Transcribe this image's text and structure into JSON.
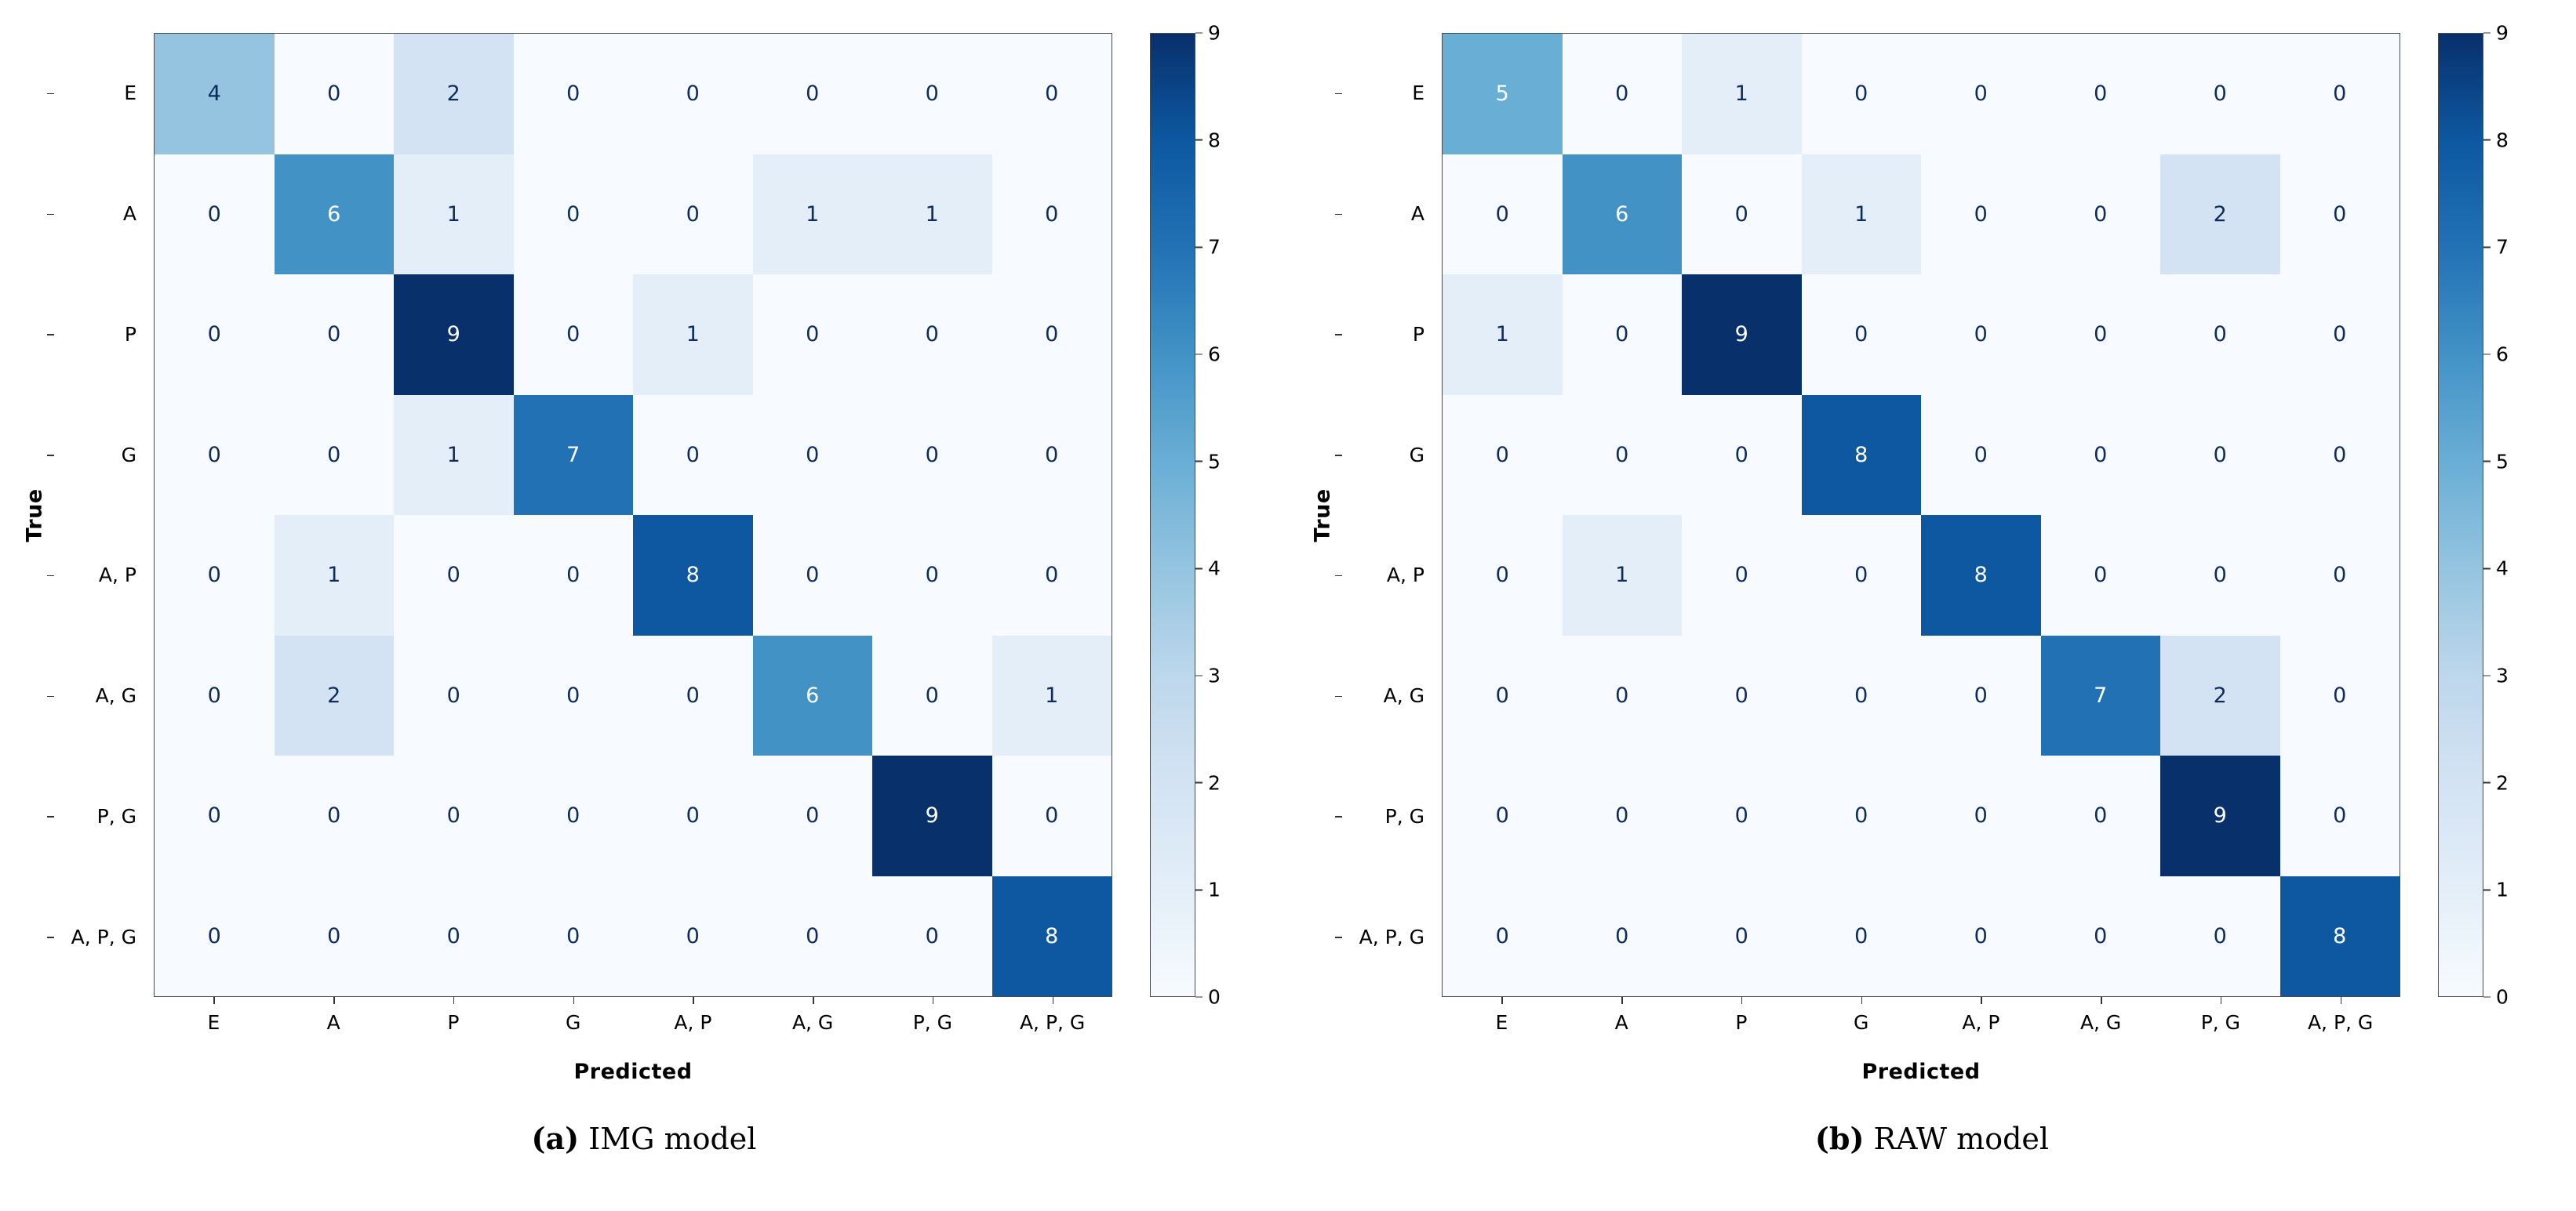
{
  "figure": {
    "panels": [
      {
        "id": "img-model",
        "subcaption_tag": "(a)",
        "subcaption_text": " IMG model",
        "xlabel": "Predicted",
        "ylabel": "True"
      },
      {
        "id": "raw-model",
        "subcaption_tag": "(b)",
        "subcaption_text": " RAW model",
        "xlabel": "Predicted",
        "ylabel": "True"
      }
    ]
  },
  "chart_data": [
    {
      "type": "heatmap",
      "title": "(a) IMG model",
      "xlabel": "Predicted",
      "ylabel": "True",
      "categories": [
        "E",
        "A",
        "P",
        "G",
        "A, P",
        "A, G",
        "P, G",
        "A, P, G"
      ],
      "x_tick_labels": [
        "E",
        "A",
        "P",
        "G",
        "A, P",
        "A, G",
        "P, G",
        "A, P, G"
      ],
      "y_tick_labels": [
        "E",
        "A",
        "P",
        "G",
        "A, P",
        "A, G",
        "P, G",
        "A, P, G"
      ],
      "colormap": "Blues",
      "colorbar": {
        "min": 0,
        "max": 9,
        "ticks": [
          0,
          1,
          2,
          3,
          4,
          5,
          6,
          7,
          8,
          9
        ],
        "position": "right"
      },
      "grid": false,
      "values": [
        [
          4,
          0,
          2,
          0,
          0,
          0,
          0,
          0
        ],
        [
          0,
          6,
          1,
          0,
          0,
          1,
          1,
          0
        ],
        [
          0,
          0,
          9,
          0,
          1,
          0,
          0,
          0
        ],
        [
          0,
          0,
          1,
          7,
          0,
          0,
          0,
          0
        ],
        [
          0,
          1,
          0,
          0,
          8,
          0,
          0,
          0
        ],
        [
          0,
          2,
          0,
          0,
          0,
          6,
          0,
          1
        ],
        [
          0,
          0,
          0,
          0,
          0,
          0,
          9,
          0
        ],
        [
          0,
          0,
          0,
          0,
          0,
          0,
          0,
          8
        ]
      ]
    },
    {
      "type": "heatmap",
      "title": "(b) RAW model",
      "xlabel": "Predicted",
      "ylabel": "True",
      "categories": [
        "E",
        "A",
        "P",
        "G",
        "A, P",
        "A, G",
        "P, G",
        "A, P, G"
      ],
      "x_tick_labels": [
        "E",
        "A",
        "P",
        "G",
        "A, P",
        "A, G",
        "P, G",
        "A, P, G"
      ],
      "y_tick_labels": [
        "E",
        "A",
        "P",
        "G",
        "A, P",
        "A, G",
        "P, G",
        "A, P, G"
      ],
      "colormap": "Blues",
      "colorbar": {
        "min": 0,
        "max": 9,
        "ticks": [
          0,
          1,
          2,
          3,
          4,
          5,
          6,
          7,
          8,
          9
        ],
        "position": "right"
      },
      "grid": false,
      "values": [
        [
          5,
          0,
          1,
          0,
          0,
          0,
          0,
          0
        ],
        [
          0,
          6,
          0,
          1,
          0,
          0,
          2,
          0
        ],
        [
          1,
          0,
          9,
          0,
          0,
          0,
          0,
          0
        ],
        [
          0,
          0,
          0,
          8,
          0,
          0,
          0,
          0
        ],
        [
          0,
          1,
          0,
          0,
          8,
          0,
          0,
          0
        ],
        [
          0,
          0,
          0,
          0,
          0,
          7,
          2,
          0
        ],
        [
          0,
          0,
          0,
          0,
          0,
          0,
          9,
          0
        ],
        [
          0,
          0,
          0,
          0,
          0,
          0,
          0,
          8
        ]
      ]
    }
  ],
  "colors": {
    "text_dark": "#0d2c5e",
    "text_light": "#ffffff",
    "axis": "#4a4a4a",
    "background": "#ffffff",
    "cmap_stops": [
      "#f7fbff",
      "#e3eef8",
      "#d3e3f3",
      "#bdd7ec",
      "#94c4df",
      "#69aed5",
      "#4292c6",
      "#2271b5",
      "#0d58a1",
      "#08306b"
    ]
  }
}
